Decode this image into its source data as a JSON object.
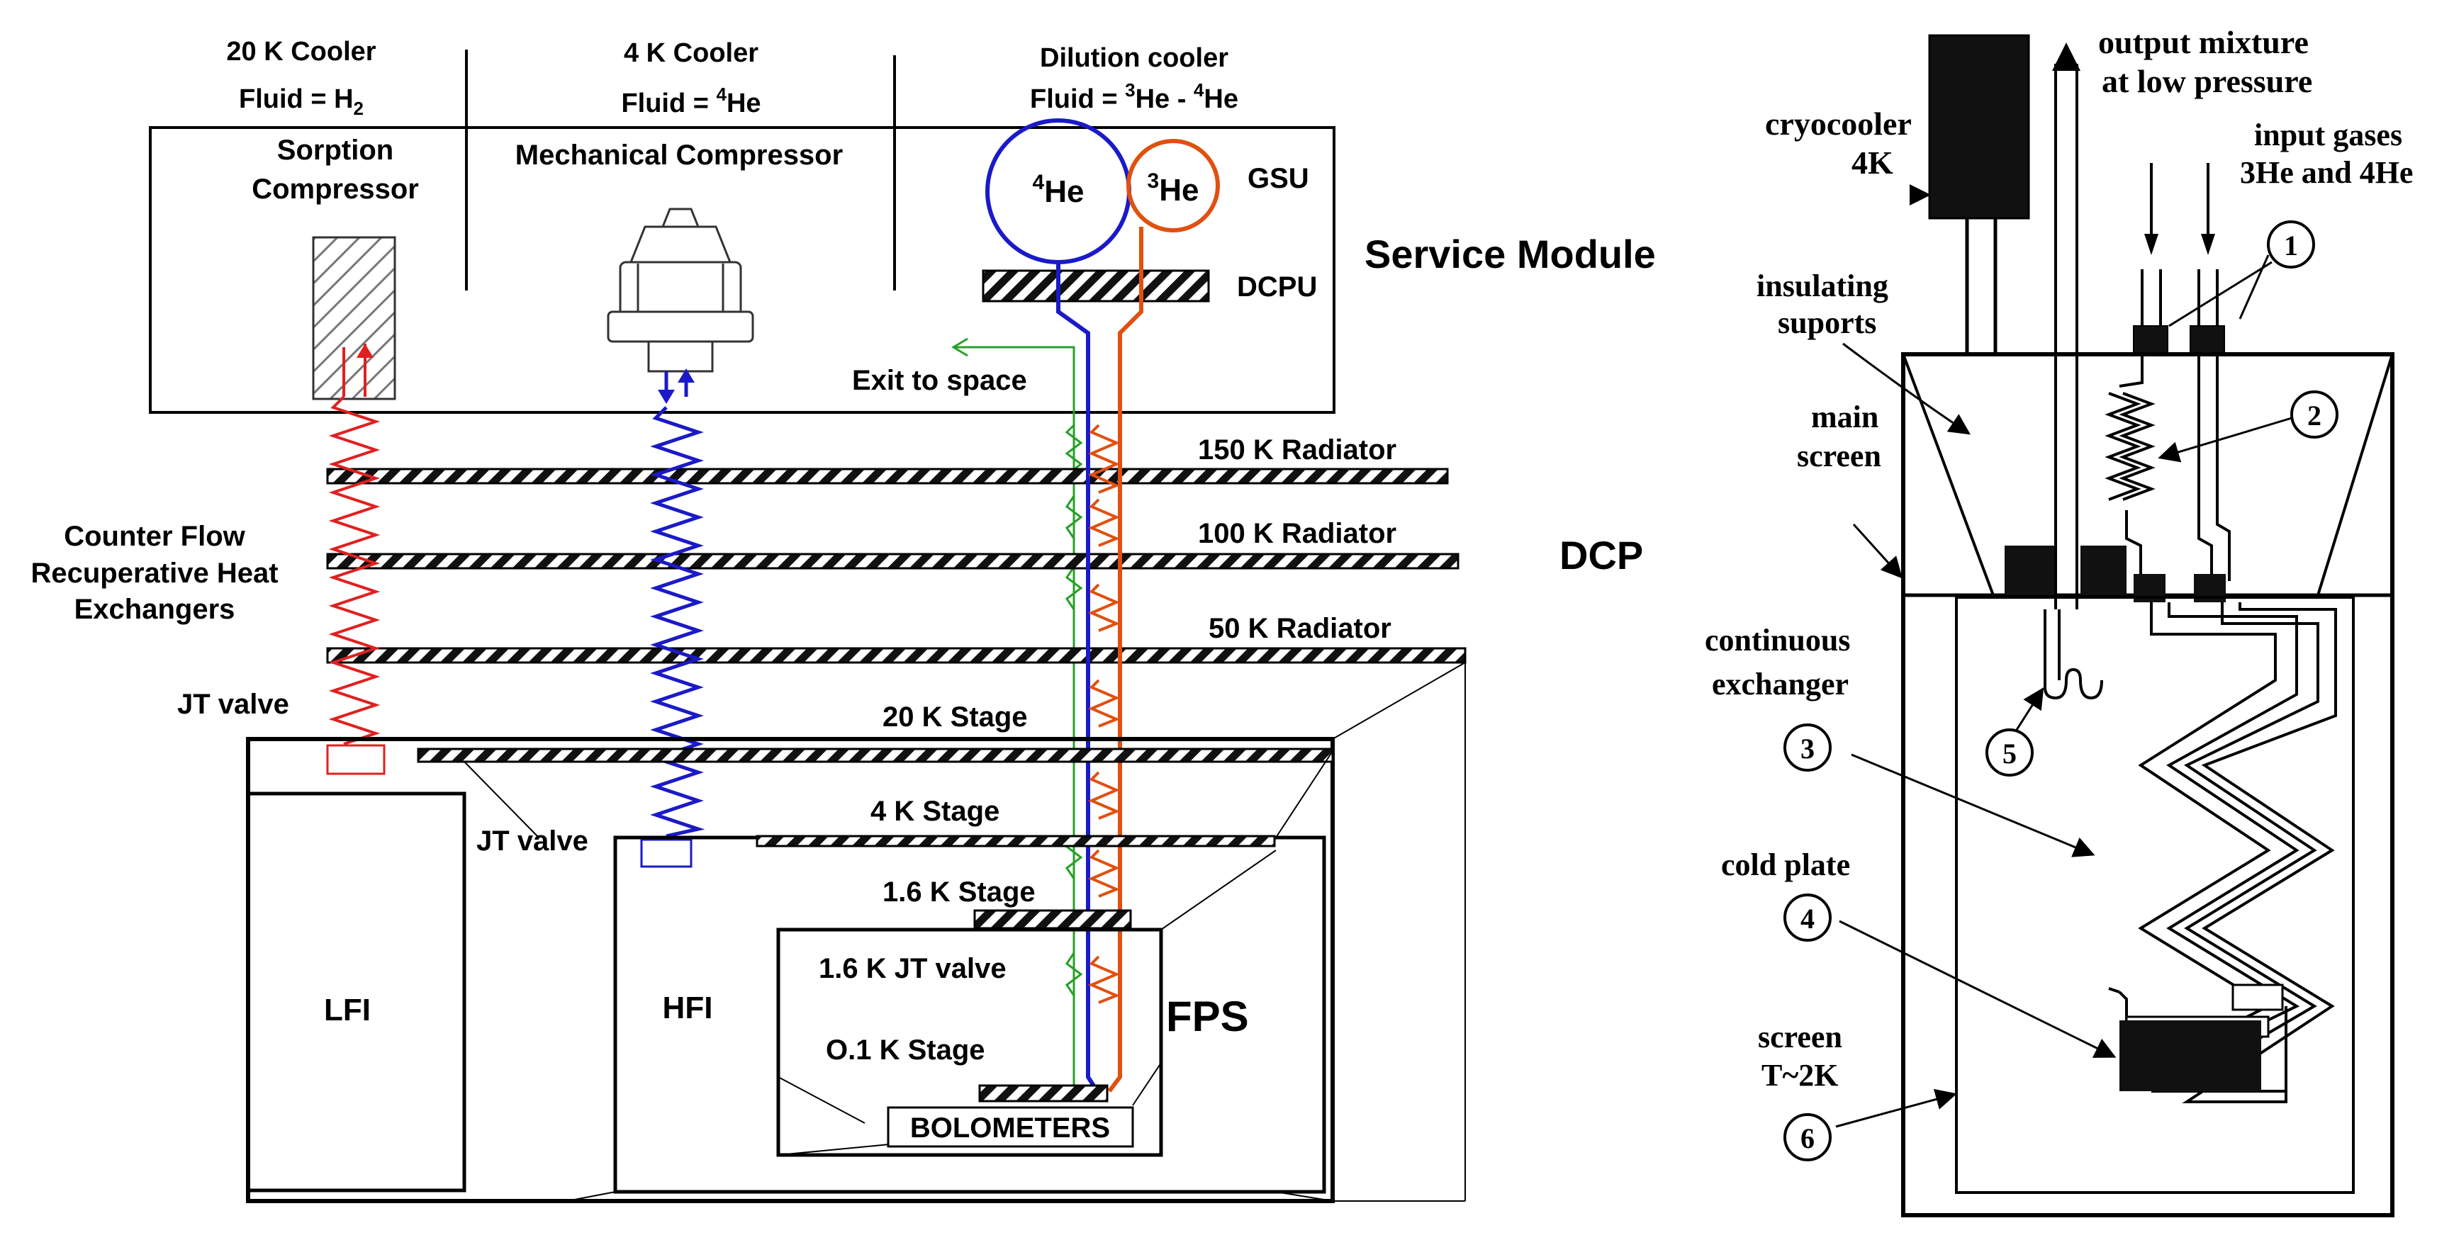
{
  "left": {
    "col1_title": "20 K Cooler",
    "col1_fluid": "Fluid = H",
    "col1_fluid_sub": "2",
    "col2_title": "4 K Cooler",
    "col2_fluid": "Fluid = ",
    "col2_fluid_sup": "4",
    "col2_fluid_tail": "He",
    "col3_title": "Dilution cooler",
    "col3_fluid_a": "Fluid = ",
    "col3_fluid_sup1": "3",
    "col3_fluid_mid": "He - ",
    "col3_fluid_sup2": "4",
    "col3_fluid_tail": "He",
    "sorption_1": "Sorption",
    "sorption_2": "Compressor",
    "mech_comp": "Mechanical Compressor",
    "he4_sup": "4",
    "he4_txt": "He",
    "he3_sup": "3",
    "he3_txt": "He",
    "gsu": "GSU",
    "dcpu": "DCPU",
    "service_module": "Service Module",
    "exit_to_space": "Exit to space",
    "rad150": "150 K Radiator",
    "rad100": "100 K Radiator",
    "rad50": "50 K Radiator",
    "dcp": "DCP",
    "cf_1": "Counter Flow",
    "cf_2": "Recuperative Heat",
    "cf_3": "Exchangers",
    "jt_valve_left": "JT valve",
    "stage20": "20 K Stage",
    "stage4": "4 K  Stage",
    "jt_valve_mid": "JT valve",
    "stage16": "1.6 K  Stage",
    "jt16": "1.6 K JT valve",
    "stage01": "O.1 K Stage",
    "lfi": "LFI",
    "hfi": "HFI",
    "fps": "FPS",
    "bolometers": "BOLOMETERS"
  },
  "right": {
    "output_1": "output mixture",
    "output_2": "at low pressure",
    "cryo_1": "cryocooler",
    "cryo_2": "4K",
    "input_1": "input gases",
    "input_2": "3He and 4He",
    "insul_1": "insulating",
    "insul_2": "suports",
    "main_1": "main",
    "main_2": "screen",
    "cont_1": "continuous",
    "cont_2": "exchanger",
    "cold_plate": "cold plate",
    "screen_1": "screen",
    "screen_2": "T~2K",
    "n1": "1",
    "n2": "2",
    "n3": "3",
    "n4": "4",
    "n5": "5",
    "n6": "6"
  },
  "colors": {
    "h2_line": "#e02020",
    "he4_line": "#1a1ac8",
    "he3_line": "#e05010",
    "vent_line": "#28a028"
  }
}
